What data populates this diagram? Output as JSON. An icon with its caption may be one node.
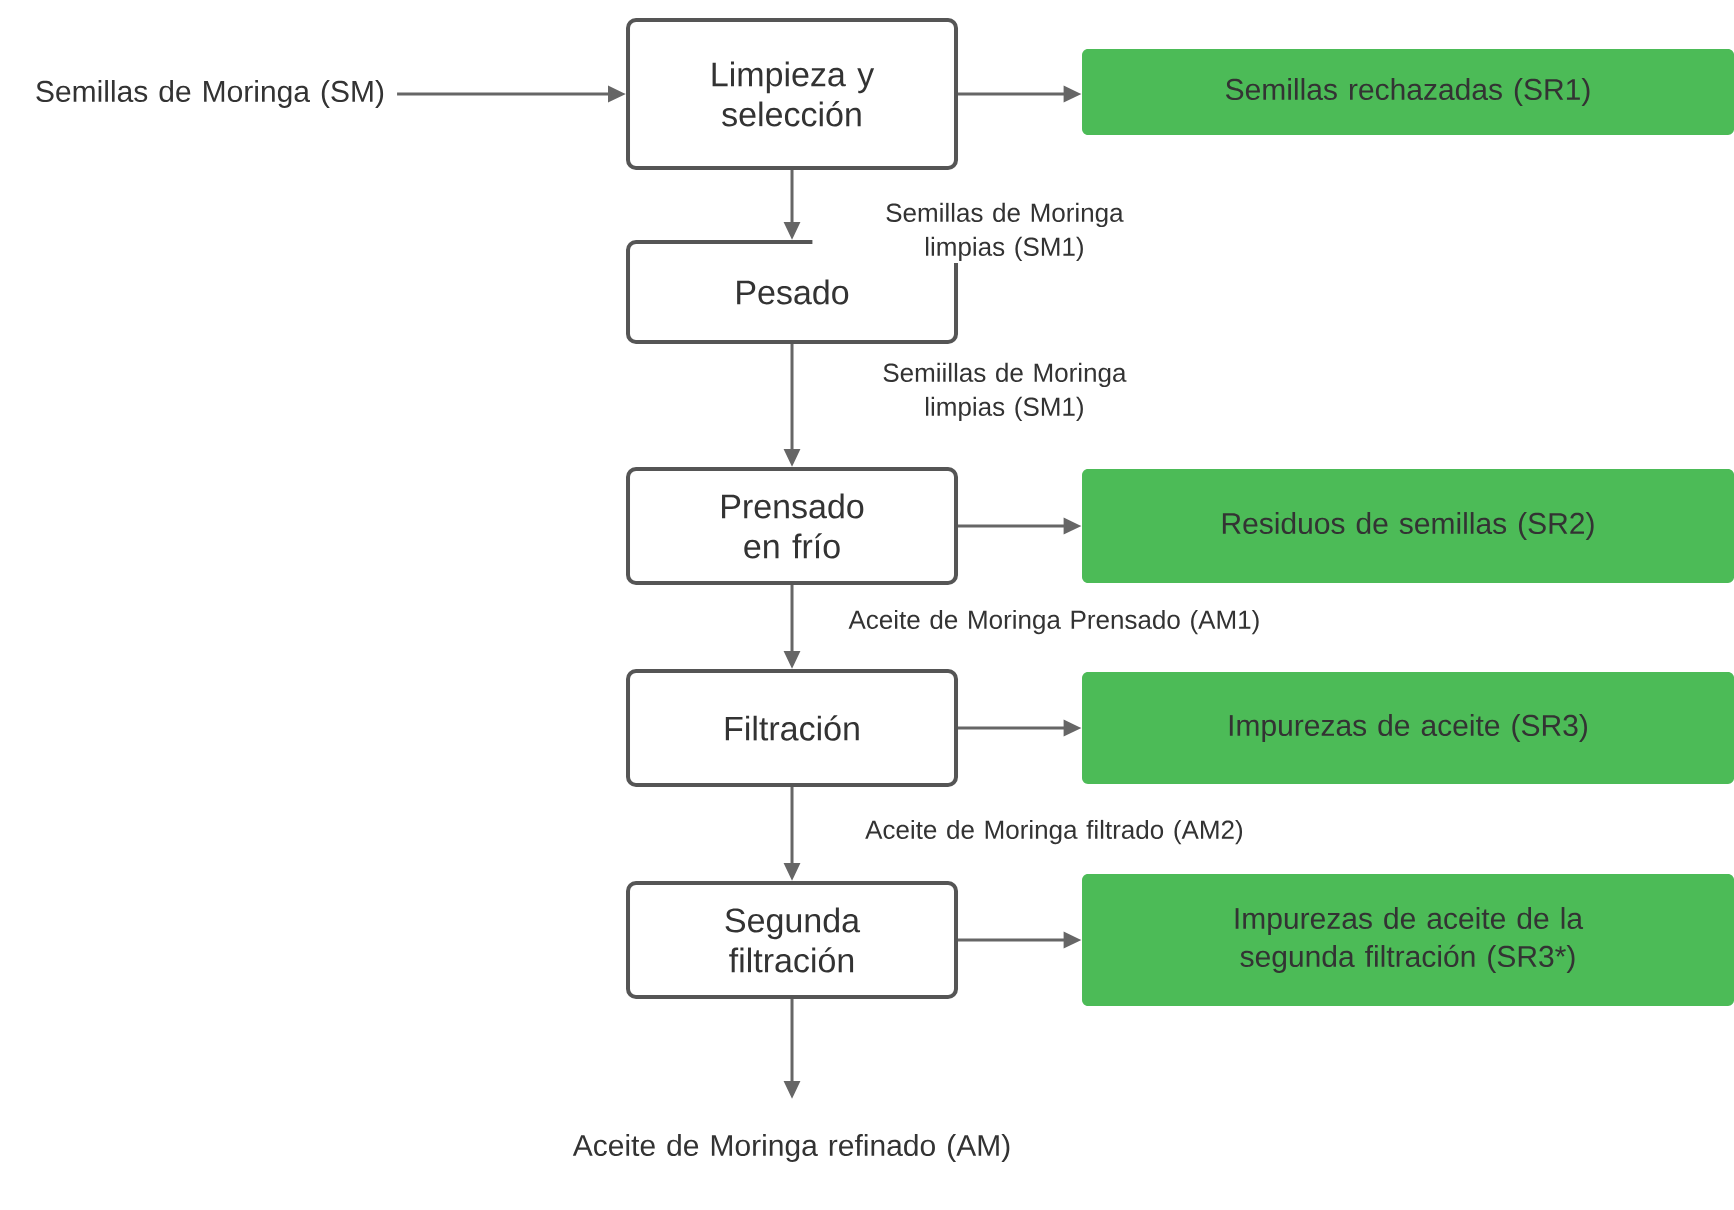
{
  "diagram": {
    "nodes": [
      {
        "text": [
          "Semillas de Moringa (SM)"
        ]
      },
      {
        "text": [
          "Limpieza y selección"
        ]
      },
      {
        "text": [
          "Semillas rechazadas (SR1)"
        ]
      },
      {
        "text": [
          "Pesado"
        ]
      },
      {
        "text": [
          "Prensado en frío"
        ]
      },
      {
        "text": [
          "Residuos de semillas (SR2)"
        ]
      },
      {
        "text": [
          "Filtración"
        ]
      },
      {
        "text": [
          "Impurezas de aceite (SR3)"
        ]
      },
      {
        "text": [
          "Segunda filtración"
        ]
      },
      {
        "text": [
          "Impurezas de aceite de la segunda filtración (SR3*)"
        ]
      },
      {
        "text": [
          "Aceite de Moringa refinado (AM)"
        ]
      }
    ],
    "edges": [
      {
        "from": 0,
        "to": 1,
        "arrow": "to"
      },
      {
        "from": 1,
        "to": 2,
        "arrow": "to"
      },
      {
        "from": 1,
        "to": 3,
        "arrow": "to",
        "label": "Semillas de Moringa limpias (SM1)"
      },
      {
        "from": 3,
        "to": 4,
        "arrow": "to",
        "label": "Semiillas de Moringa limpias (SM1)"
      },
      {
        "from": 4,
        "to": 5,
        "arrow": "to"
      },
      {
        "from": 4,
        "to": 6,
        "arrow": "to",
        "label": "Aceite de Moringa Prensado (AM1)"
      },
      {
        "from": 6,
        "to": 7,
        "arrow": "to"
      },
      {
        "from": 6,
        "to": 8,
        "arrow": "to",
        "label": "Aceite de Moringa filtrado (AM2)"
      },
      {
        "from": 8,
        "to": 9,
        "arrow": "to"
      },
      {
        "from": 8,
        "to": 10,
        "arrow": "to"
      }
    ]
  }
}
